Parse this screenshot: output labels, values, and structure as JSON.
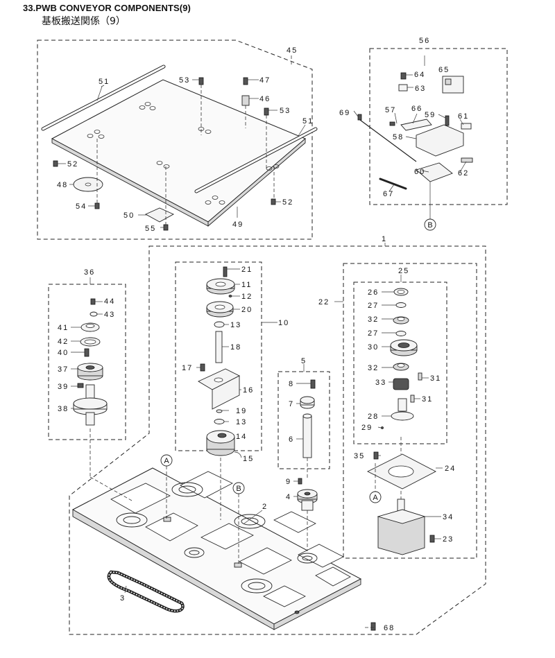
{
  "header": {
    "title": "33.PWB CONVEYOR COMPONENTS(9)",
    "subtitle": "基板搬送関係（9）"
  },
  "callouts": {
    "c1": "1",
    "c2": "2",
    "c3": "3",
    "c4": "4",
    "c5": "5",
    "c6": "6",
    "c7": "7",
    "c8": "8",
    "c9": "9",
    "c10": "10",
    "c11": "11",
    "c12": "12",
    "c13a": "13",
    "c13b": "13",
    "c14": "14",
    "c15": "15",
    "c16": "16",
    "c17": "17",
    "c18": "18",
    "c19": "19",
    "c20": "20",
    "c21": "21",
    "c22": "22",
    "c23": "23",
    "c24": "24",
    "c25": "25",
    "c26": "26",
    "c27a": "27",
    "c27b": "27",
    "c28": "28",
    "c29": "29",
    "c30": "30",
    "c31a": "31",
    "c31b": "31",
    "c32a": "32",
    "c32b": "32",
    "c33": "33",
    "c34": "34",
    "c35": "35",
    "c36": "36",
    "c37": "37",
    "c38": "38",
    "c39": "39",
    "c40": "40",
    "c41": "41",
    "c42": "42",
    "c43": "43",
    "c44": "44",
    "c45": "45",
    "c46": "46",
    "c47": "47",
    "c48": "48",
    "c49": "49",
    "c50": "50",
    "c51a": "51",
    "c51b": "51",
    "c52a": "52",
    "c52b": "52",
    "c53a": "53",
    "c53b": "53",
    "c54": "54",
    "c55": "55",
    "c56": "56",
    "c57": "57",
    "c58": "58",
    "c59": "59",
    "c60": "60",
    "c61": "61",
    "c62": "62",
    "c63": "63",
    "c64": "64",
    "c65": "65",
    "c66": "66",
    "c67": "67",
    "c68": "68",
    "c69": "69"
  },
  "markers": {
    "a1": "A",
    "a2": "A",
    "b1": "B",
    "b2": "B"
  }
}
